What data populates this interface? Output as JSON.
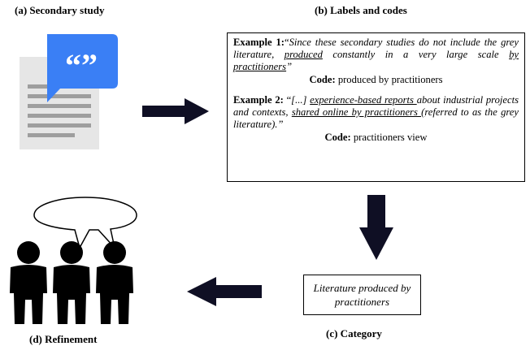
{
  "headings": {
    "a": "(a) Secondary study",
    "b": "(b) Labels and codes",
    "c": "(c) Category",
    "d": "(d) Refinement"
  },
  "doc_icon": {
    "quote_glyph": "“”",
    "page_color": "#e6e6e6",
    "line_color": "#9e9e9e",
    "bubble_color": "#3a7ff5"
  },
  "examples": [
    {
      "label": "Example 1:",
      "open_quote": "“",
      "parts": [
        {
          "text": "Since these secondary studies do not include the grey literature, ",
          "u": false
        },
        {
          "text": "produced",
          "u": true
        },
        {
          "text": " constantly in a very large scale ",
          "u": false
        },
        {
          "text": "by practitioners",
          "u": true
        },
        {
          "text": "”",
          "u": false
        }
      ],
      "code_label": "Code:",
      "code_value": " produced by practitioners"
    },
    {
      "label": "Example 2:",
      "open_quote": " “",
      "parts": [
        {
          "text": "[...] ",
          "u": false
        },
        {
          "text": "experience-based reports ",
          "u": true
        },
        {
          "text": "about industrial projects and contexts, ",
          "u": false
        },
        {
          "text": "shared online by practitioners (",
          "u": true
        },
        {
          "text": "referred to as the grey literature).”",
          "u": false
        }
      ],
      "code_label": "Code:",
      "code_value": " practitioners view"
    }
  ],
  "category": {
    "text": "Literature produced by practitioners"
  },
  "colors": {
    "arrow": "#0f0f24",
    "people": "#000000"
  }
}
